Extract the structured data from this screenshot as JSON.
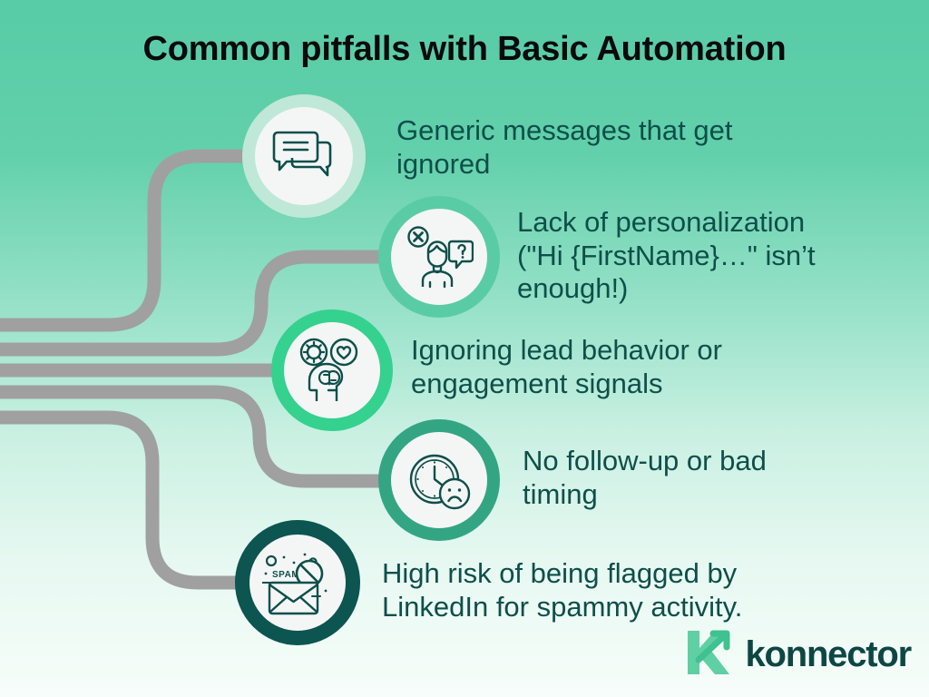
{
  "page": {
    "title": "Common pitfalls with Basic Automation",
    "background_top_color": "#57cca6",
    "background_bottom_color": "#f7fdfa",
    "text_color": "#0e4f4a",
    "connector_color": "#a0a0a0"
  },
  "items": [
    {
      "text": "Generic messages that get\nignored",
      "icon": "chat-bubbles-icon",
      "ring_color": "#bfe8d8",
      "inner_color": "#f4f6f6"
    },
    {
      "text": "Lack of personalization\n(\"Hi {FirstName}…\" isn’t\nenough!)",
      "icon": "user-question-icon",
      "ring_color": "#5acca5",
      "inner_color": "#f4f6f6"
    },
    {
      "text": "Ignoring lead behavior or\nengagement signals",
      "icon": "head-brain-signals-icon",
      "ring_color": "#35d18e",
      "inner_color": "#f4f6f6"
    },
    {
      "text": "No follow-up or bad\ntiming",
      "icon": "clock-sad-face-icon",
      "ring_color": "#34a583",
      "inner_color": "#f4f6f6"
    },
    {
      "text": "High risk of being flagged by\nLinkedIn for spammy activity.",
      "icon": "spam-envelope-icon",
      "ring_color": "#0c5550",
      "inner_color": "#f4f6f6"
    }
  ],
  "logo": {
    "wordmark": "konnector",
    "mark": "k-arrow-icon",
    "mark_color": "#5fcfa4",
    "word_color": "#0d4744"
  }
}
